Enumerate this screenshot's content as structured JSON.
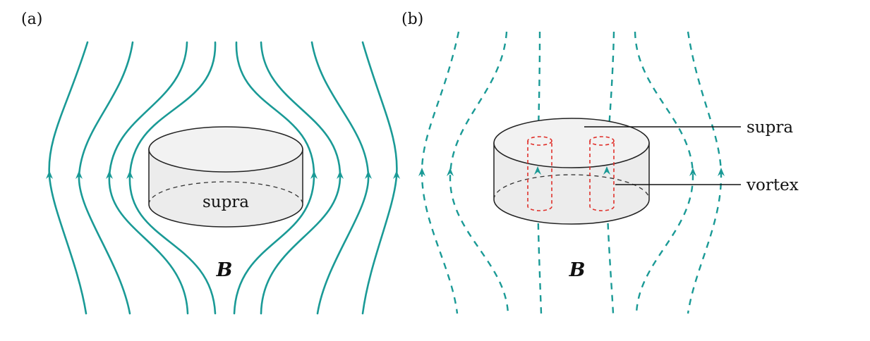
{
  "panel_a": {
    "label": "(a)",
    "cylinder_label": "supra",
    "field_label": "B"
  },
  "panel_b": {
    "label": "(b)",
    "supra_callout": "supra",
    "vortex_callout": "vortex",
    "field_label": "B"
  },
  "colors": {
    "field_line": "#1a9a96",
    "vortex": "#e0302a",
    "cylinder_fill": "#ececec",
    "cylinder_top": "#f2f2f2"
  }
}
